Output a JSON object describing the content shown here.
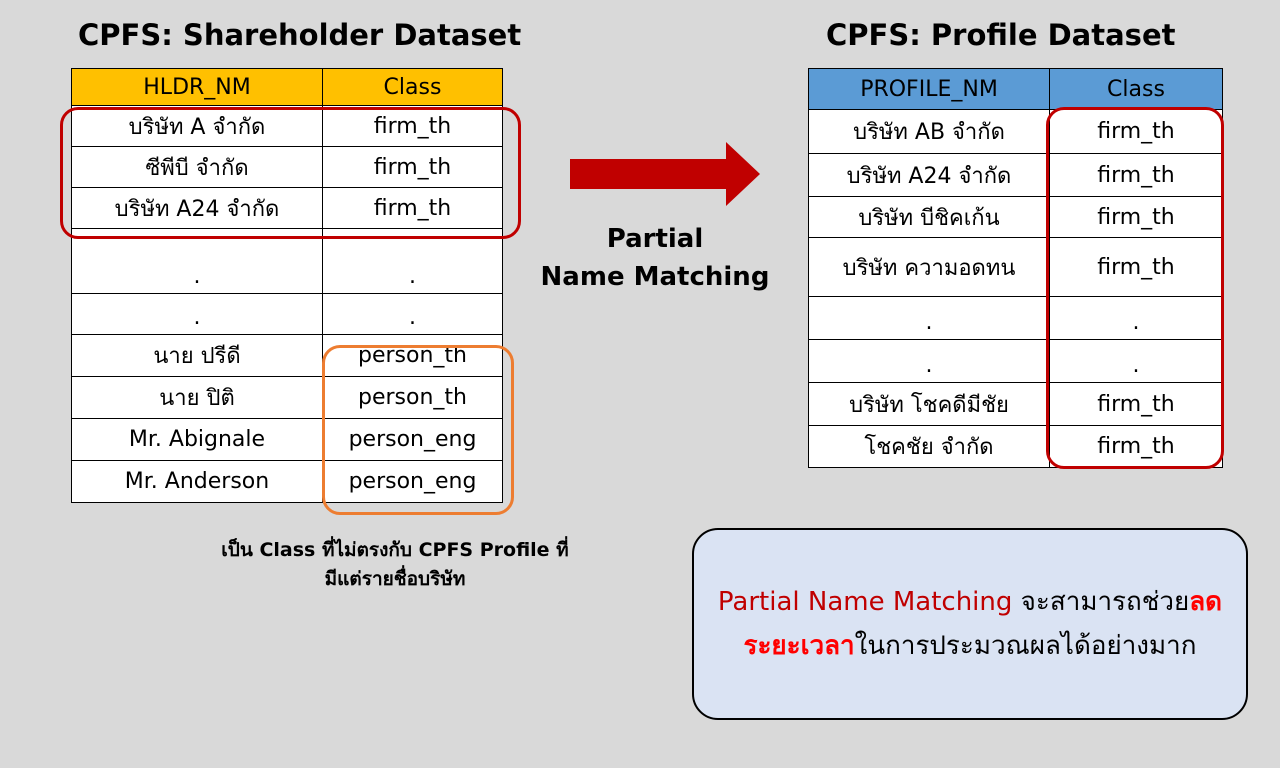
{
  "left": {
    "title": "CPFS: Shareholder Dataset",
    "headers": [
      "HLDR_NM",
      "Class"
    ],
    "rows": [
      [
        "บริษัท A จำกัด",
        "firm_th"
      ],
      [
        "ซีพีบี จำกัด",
        "firm_th"
      ],
      [
        "บริษัท A24 จำกัด",
        "firm_th"
      ],
      [
        ".",
        "."
      ],
      [
        ".",
        "."
      ],
      [
        "นาย ปรีดี",
        "person_th"
      ],
      [
        "นาย ปิติ",
        "person_th"
      ],
      [
        "Mr. Abignale",
        "person_eng"
      ],
      [
        "Mr. Anderson",
        "person_eng"
      ]
    ],
    "header_color": "#ffc000",
    "firm_highlight_color": "#c00000",
    "person_highlight_color": "#ed7d31"
  },
  "right": {
    "title": "CPFS: Profile Dataset",
    "headers": [
      "PROFILE_NM",
      "Class"
    ],
    "rows": [
      [
        "บริษัท AB จำกัด",
        "firm_th"
      ],
      [
        "บริษัท A24 จำกัด",
        "firm_th"
      ],
      [
        "บริษัท บีชิคเก้น",
        "firm_th"
      ],
      [
        "บริษัท ความอดทน",
        "firm_th"
      ],
      [
        ".",
        "."
      ],
      [
        ".",
        "."
      ],
      [
        "บริษัท โชคดีมีชัย",
        "firm_th"
      ],
      [
        "โชคชัย จำกัด",
        "firm_th"
      ]
    ],
    "header_color": "#5b9bd5",
    "class_highlight_color": "#c00000"
  },
  "arrow": {
    "label_line1": "Partial",
    "label_line2": "Name Matching",
    "color": "#c00000"
  },
  "note": {
    "line1": "เป็น Class ที่ไม่ตรงกับ CPFS Profile ที่",
    "line2": "มีแต่รายชื่อบริษัท"
  },
  "callout": {
    "part1": "Partial Name Matching",
    "part2": " จะสามารถช่วย",
    "part3": "ลดระยะเวลา",
    "part4": "ในการประมวณผลได้อย่างมาก",
    "background": "#dae3f3"
  }
}
